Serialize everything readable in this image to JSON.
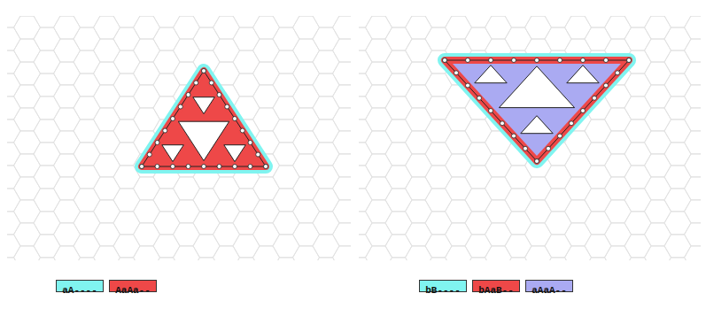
{
  "diagram": {
    "legend": [
      {
        "text": "aA----",
        "color": "#80f4f0"
      },
      {
        "text": "AaAa--",
        "color": "#ee4848"
      },
      {
        "text": "bB----",
        "color": "#80f4f0"
      },
      {
        "text": "bAaB--",
        "color": "#ee4848"
      },
      {
        "text": "aAaA--",
        "color": "#aaaaf2"
      }
    ]
  }
}
